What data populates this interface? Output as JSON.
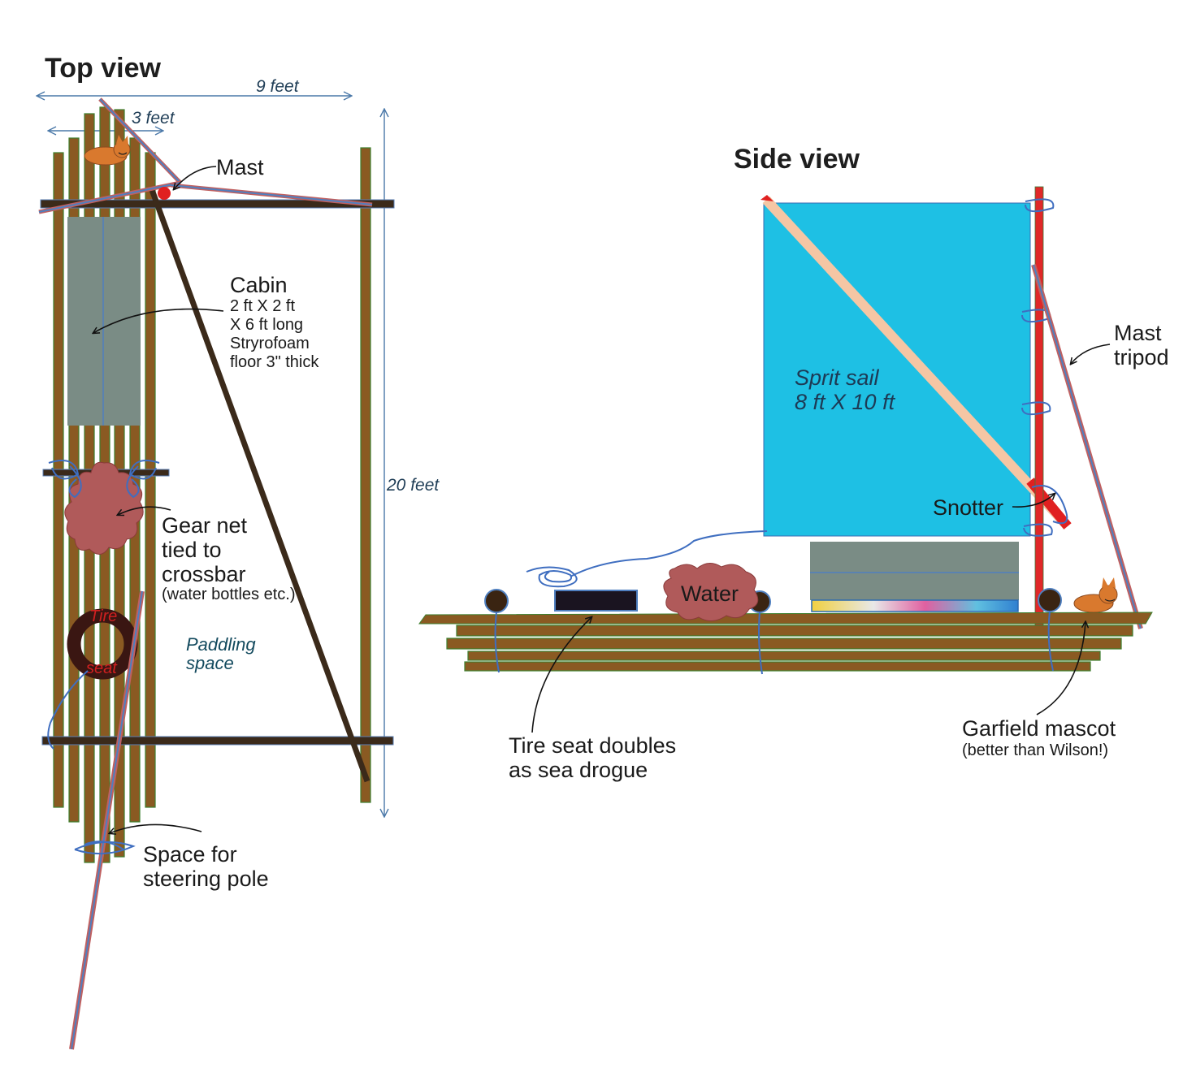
{
  "top_view": {
    "title": "Top view",
    "dim_width": "9 feet",
    "dim_section": "3 feet",
    "dim_length": "20 feet",
    "mast_label": "Mast",
    "cabin": {
      "title": "Cabin",
      "lines": [
        "2 ft X 2 ft",
        "X 6 ft long",
        "Stryrofoam",
        "floor 3\" thick"
      ]
    },
    "gear_net": {
      "lines": [
        "Gear net",
        "tied to",
        "crossbar"
      ],
      "note": "(water bottles etc.)"
    },
    "tire": {
      "top": "Tire",
      "bottom": "seat"
    },
    "paddling": [
      "Paddling",
      "space"
    ],
    "steering": [
      "Space for",
      "steering pole"
    ]
  },
  "side_view": {
    "title": "Side view",
    "sail": [
      "Sprit sail",
      "8 ft X 10 ft"
    ],
    "snotter_label": "Snotter",
    "mast_tripod": [
      "Mast",
      "tripod"
    ],
    "water_label": "Water",
    "tire_seat": [
      "Tire seat doubles",
      "as sea drogue"
    ],
    "garfield": {
      "title": "Garfield mascot",
      "note": "(better than Wilson!)"
    }
  },
  "colors": {
    "log": "#8a5a22",
    "crossbar": "#3b2a1a",
    "cabin": "#7a8c85",
    "sail": "#1ec0e4",
    "sprit": "#f5c6a4",
    "mast": "#e02828",
    "gear_net": "#b05a5a",
    "cat": "#d9792e"
  }
}
